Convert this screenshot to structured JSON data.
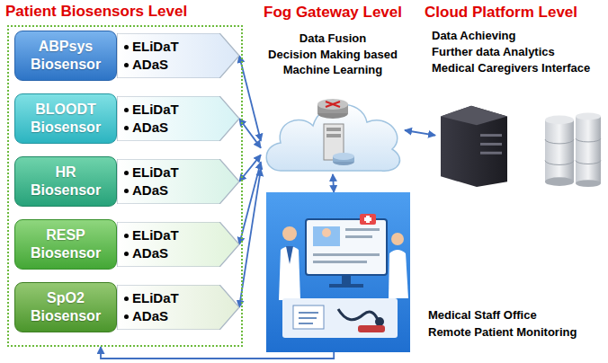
{
  "diagram": {
    "nodes": [
      {
        "text": [
          "Patient Biosensors Level"
        ]
      },
      {
        "text": [
          "ABPsys Biosensor"
        ],
        "in": 0
      },
      {
        "text": [
          "ELiDaT",
          "ADaS"
        ],
        "in": 0
      },
      {
        "text": [
          "BLOODT Biosensor"
        ],
        "in": 0
      },
      {
        "text": [
          "ELiDaT",
          "ADaS"
        ],
        "in": 0
      },
      {
        "text": [
          "HR Biosensor"
        ],
        "in": 0
      },
      {
        "text": [
          "ELiDaT",
          "ADaS"
        ],
        "in": 0
      },
      {
        "text": [
          "RESP Biosensor"
        ],
        "in": 0
      },
      {
        "text": [
          "ELiDaT",
          "ADaS"
        ],
        "in": 0
      },
      {
        "text": [
          "SpO2 Biosensor"
        ],
        "in": 0
      },
      {
        "text": [
          "ELiDaT",
          "ADaS"
        ],
        "in": 0
      },
      {
        "text": [
          "Fog Gateway Level",
          "Data Fusion",
          "Decision Making based Machine Learning"
        ]
      },
      {
        "text": [
          "Cloud Platform Level",
          "Data Achieving",
          "Further data Analytics",
          "Medical Caregivers Interface"
        ]
      },
      {
        "text": [
          "Medical Staff Office",
          "Remote Patient Monitoring"
        ]
      }
    ],
    "edges": [
      {
        "from": 2,
        "to": 11,
        "arrow": "both"
      },
      {
        "from": 4,
        "to": 11,
        "arrow": "both"
      },
      {
        "from": 6,
        "to": 11,
        "arrow": "both"
      },
      {
        "from": 8,
        "to": 11,
        "arrow": "both"
      },
      {
        "from": 10,
        "to": 11,
        "arrow": "both"
      },
      {
        "from": 11,
        "to": 12,
        "arrow": "both"
      },
      {
        "from": 11,
        "to": 13,
        "arrow": "both"
      },
      {
        "from": 13,
        "to": 0,
        "arrow": "to"
      }
    ]
  }
}
